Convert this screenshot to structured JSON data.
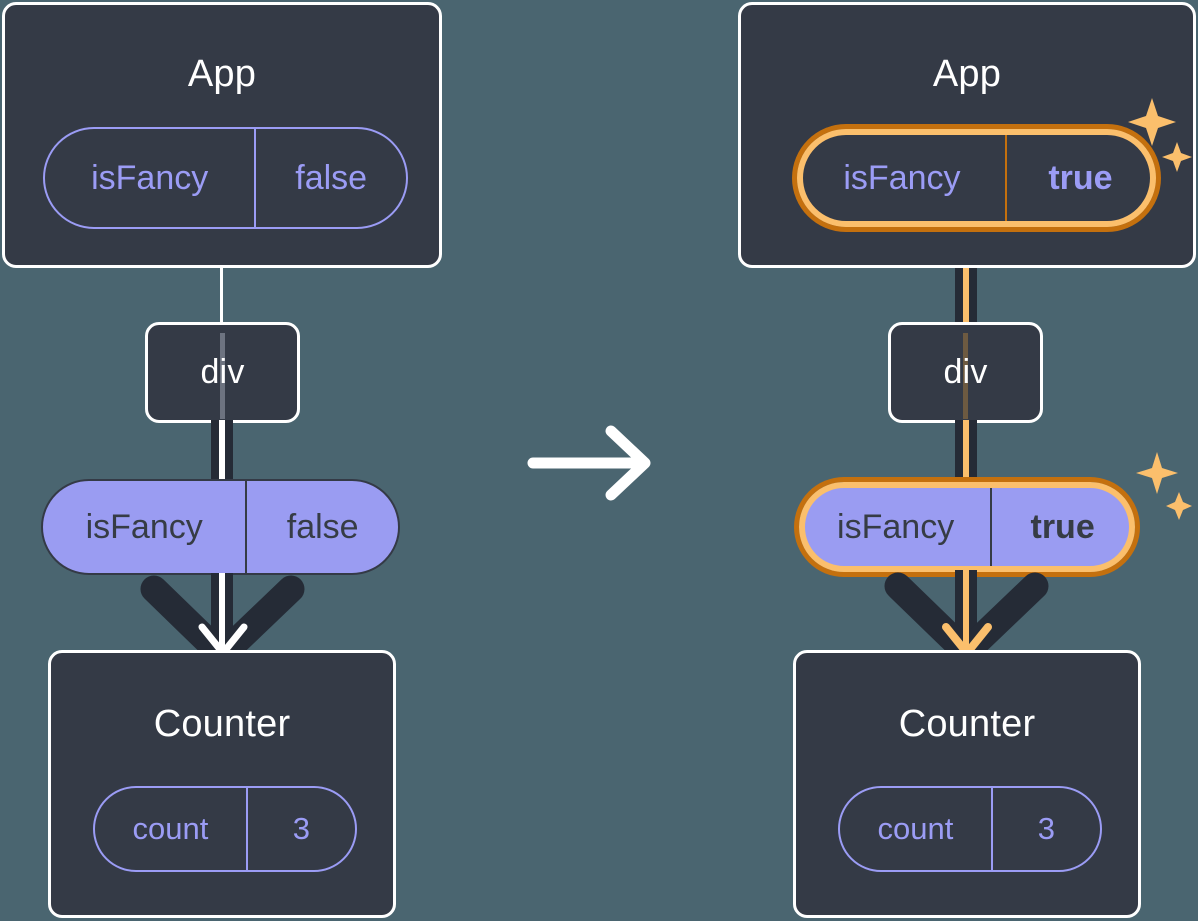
{
  "diagram": {
    "title": "react-state-prop-flow",
    "background_color": "#4a6570",
    "panel_color": "#343a46",
    "pill_purple": "#9a9cf2",
    "pill_outline": "#9b9cf5",
    "highlight_outer": "#c4700e",
    "highlight_inner": "#fbbf6c",
    "edge_color": "#252b36"
  },
  "before": {
    "app": {
      "title": "App",
      "state_pill": {
        "key": "isFancy",
        "value": "false"
      }
    },
    "div": {
      "title": "div"
    },
    "prop_pill": {
      "key": "isFancy",
      "value": "false"
    },
    "counter": {
      "title": "Counter",
      "state_pill": {
        "key": "count",
        "value": "3"
      }
    }
  },
  "transition": {
    "icon": "right-arrow-icon"
  },
  "after": {
    "app": {
      "title": "App",
      "state_pill": {
        "key": "isFancy",
        "value": "true"
      }
    },
    "div": {
      "title": "div"
    },
    "prop_pill": {
      "key": "isFancy",
      "value": "true"
    },
    "counter": {
      "title": "Counter",
      "state_pill": {
        "key": "count",
        "value": "3"
      }
    },
    "sparkle_app": {
      "icon": "sparkles-icon"
    },
    "sparkle_prop": {
      "icon": "sparkles-icon"
    }
  }
}
